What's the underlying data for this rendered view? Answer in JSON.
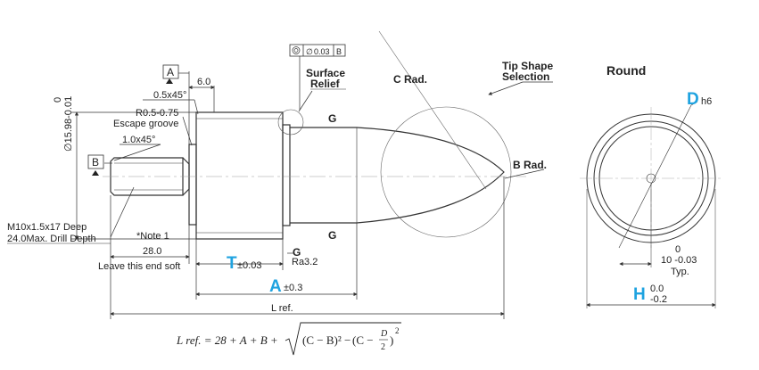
{
  "labels": {
    "dia_tol": "0",
    "dia_main": "∅15.98-0.01",
    "datum_a": "A",
    "datum_b": "B",
    "dim_6": "6.0",
    "chamfer_05": "0.5x45°",
    "radius": "R0.5-0.75",
    "escape": "Escape groove",
    "chamfer_10": "1.0x45°",
    "thread_1": "M10x1.5x17 Deep",
    "thread_2": "24.0Max. Drill Depth",
    "note1": "*Note 1",
    "dim_28": "28.0",
    "soft": "Leave this end soft",
    "tol_t": "±0.03",
    "ra": "Ra3.2",
    "tol_a": "±0.3",
    "lref": "L ref.",
    "surface_1": "Surface",
    "surface_2": "Relief",
    "fcf_value": "0.03",
    "fcf_datum": "B",
    "c_rad": "C Rad.",
    "tip_1": "Tip Shape",
    "tip_2": "Selection",
    "b_rad": "B Rad.",
    "g": "G",
    "round": "Round",
    "d_sub": "h6",
    "typ_0": "0",
    "typ_val": "10 -0.03",
    "typ": "Typ.",
    "h_up": "0.0",
    "h_low": "-0.2"
  },
  "letters": {
    "T": "T",
    "A": "A",
    "D": "D",
    "H": "H"
  },
  "formula": {
    "lhs": "L ref. = 28 + A + B +",
    "term1": "(C − B)² − ",
    "term2_open": "(C −",
    "frac_num": "D",
    "frac_den": "2",
    "term2_close": ")",
    "sq": "2"
  },
  "colors": {
    "accent": "#1fa3e0",
    "line": "#333333"
  }
}
